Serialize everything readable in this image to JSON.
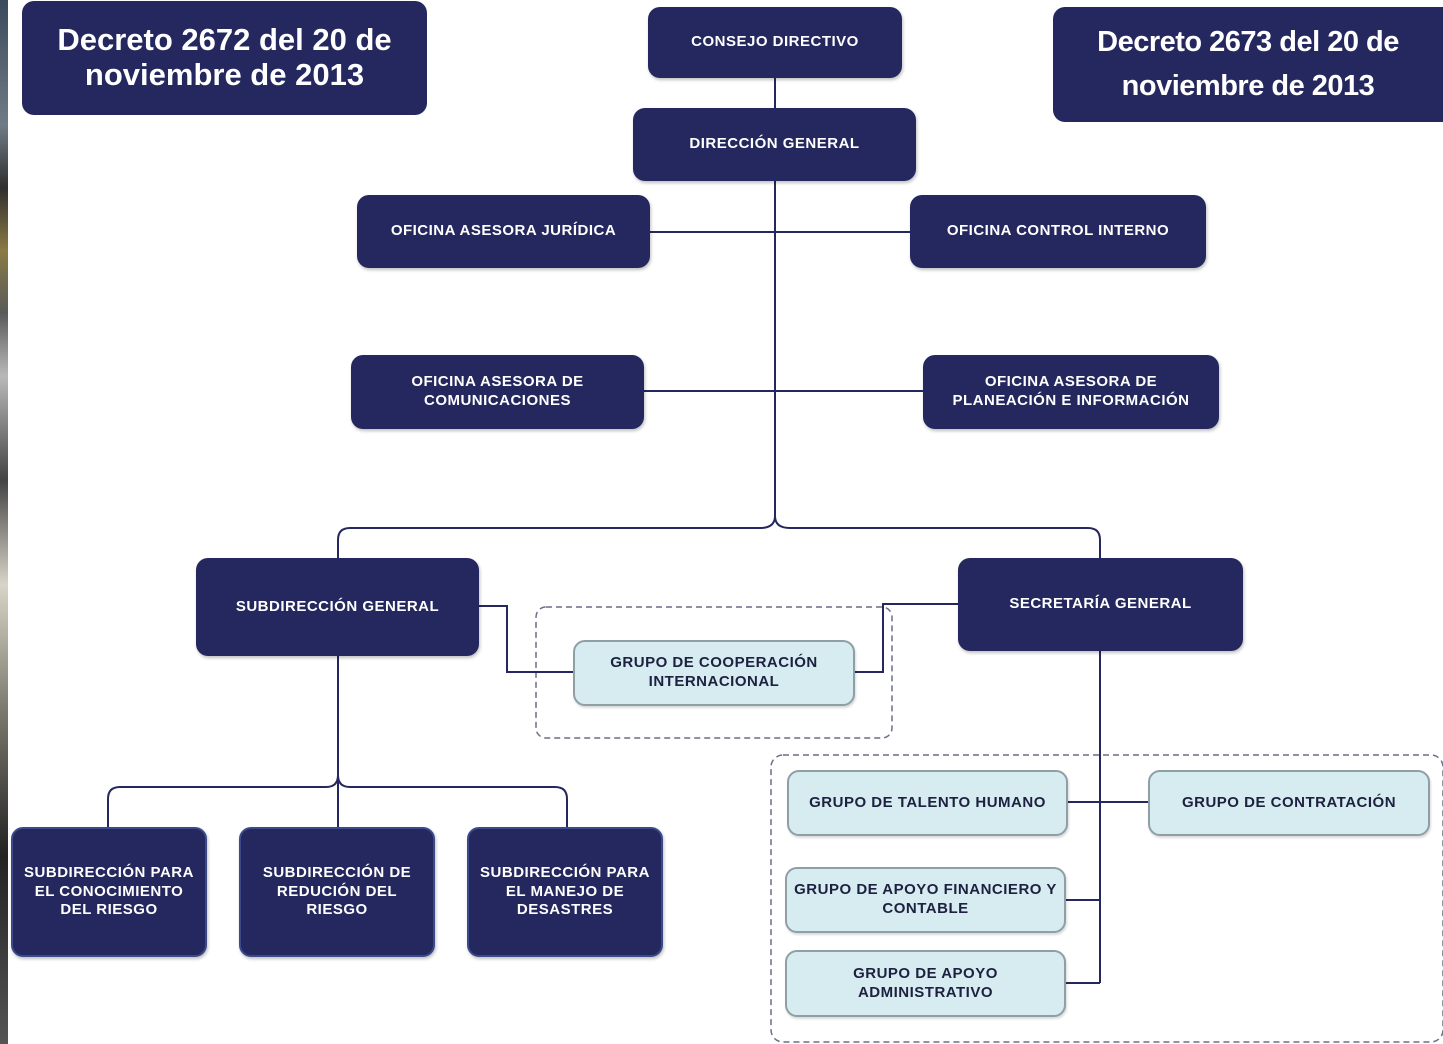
{
  "decrees": {
    "left": "Decreto 2672 del 20 de noviembre de 2013",
    "right": "Decreto 2673 del 20 de noviembre de 2013"
  },
  "org": {
    "consejo_directivo": "Consejo Directivo",
    "direccion_general": "Dirección General",
    "oficina_juridica": "Oficina Asesora Jurídica",
    "oficina_control_interno": "Oficina Control Interno",
    "oficina_comunicaciones": "Oficina Asesora de Comunicaciones",
    "oficina_planeacion": "Oficina Asesora de Planeación e Información",
    "subdireccion_general": "Subdirección General",
    "secretaria_general": "Secretaría General",
    "grupo_cooperacion": "Grupo de Cooperación Internacional",
    "subdireccion_conocimiento": "Subdirección para el Conocimiento del Riesgo",
    "subdireccion_reduccion": "Subdirección de Redución del Riesgo",
    "subdireccion_desastres": "Subdirección para el Manejo de Desastres",
    "grupo_talento": "Grupo de Talento Humano",
    "grupo_contratacion": "Grupo de Contratación",
    "grupo_financiero": "Grupo de Apoyo Financiero y Contable",
    "grupo_administrativo": "Grupo de Apoyo Administrativo"
  },
  "colors": {
    "dark_box": "#25285e",
    "light_box": "#d6ecf1",
    "connector": "#25285e",
    "dashed_border": "#6a6f8a"
  }
}
